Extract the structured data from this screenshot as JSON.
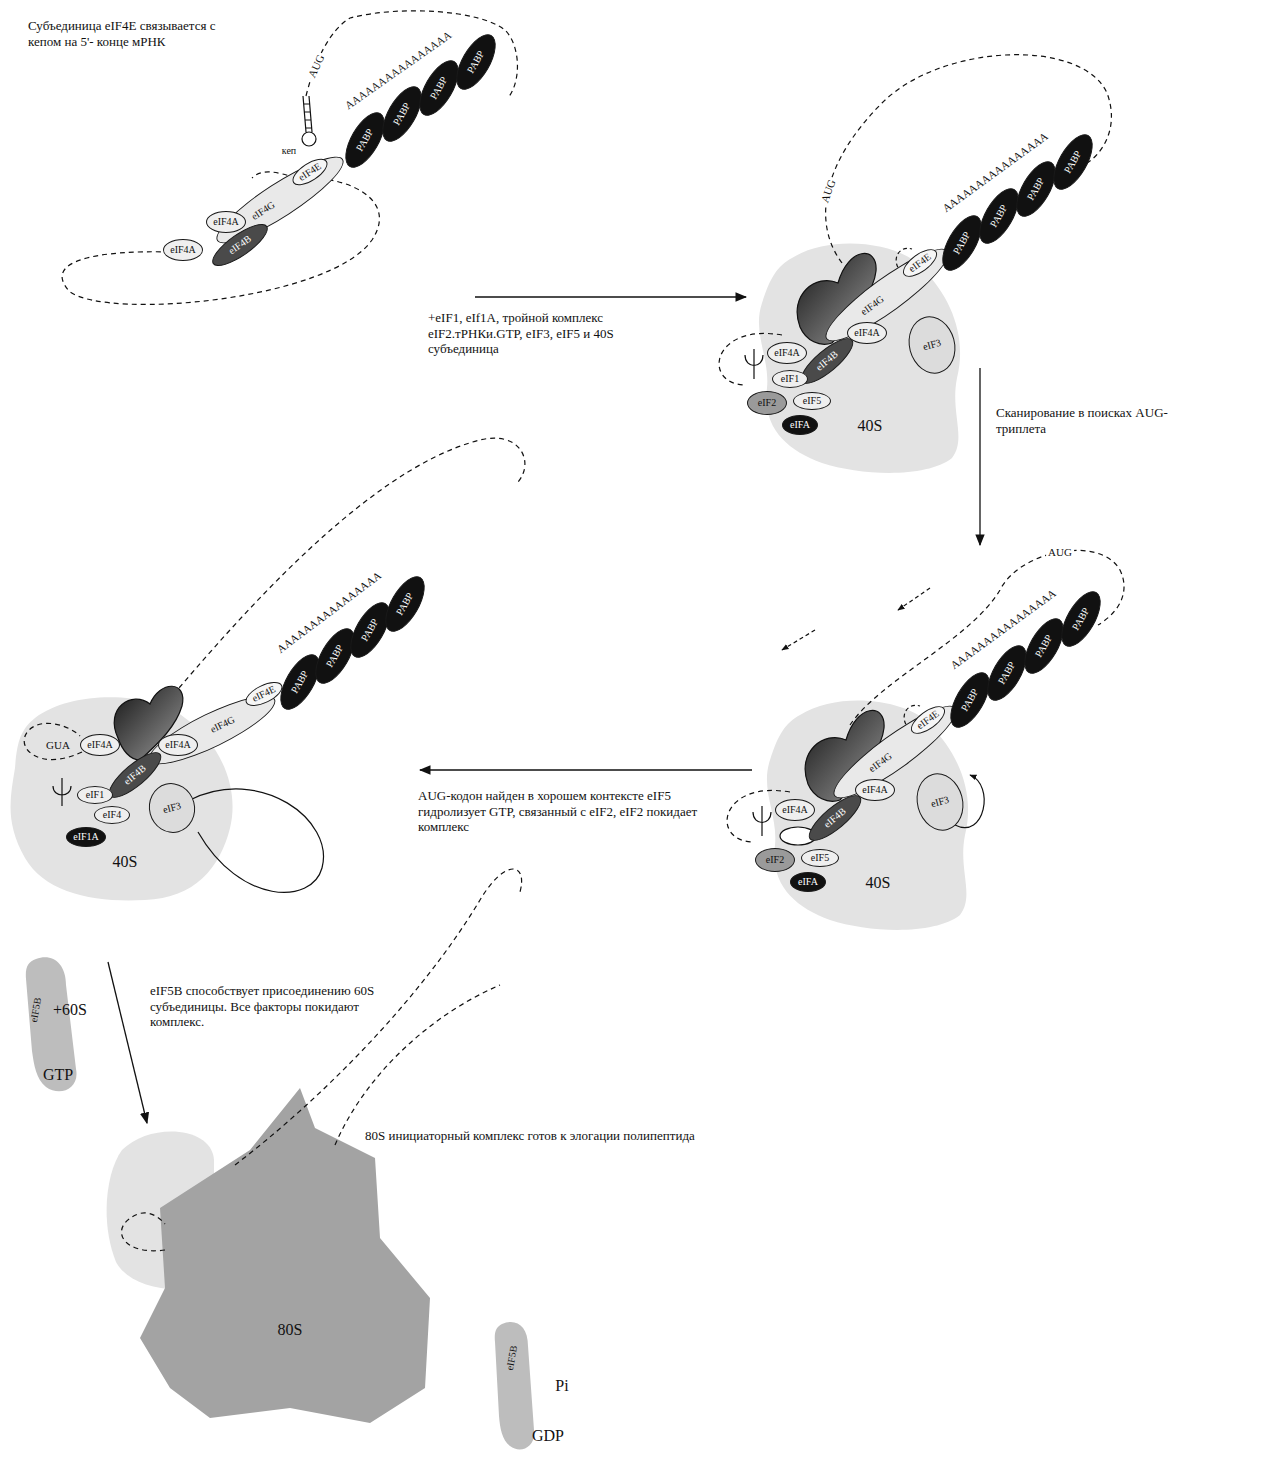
{
  "diagram": {
    "nodes": [
      {
        "text": [
          "eIF4G"
        ]
      },
      {
        "text": [
          "eIF4E"
        ]
      },
      {
        "text": [
          "eIF4A"
        ]
      },
      {
        "text": [
          "eIF4A"
        ]
      },
      {
        "text": [
          "eIF4B"
        ]
      },
      {
        "text": [
          "PABP"
        ]
      },
      {
        "text": [
          "PABP"
        ]
      },
      {
        "text": [
          "PABP"
        ]
      },
      {
        "text": [
          "PABP"
        ]
      },
      {
        "text": [
          "40S"
        ]
      },
      {
        "text": [
          "eIF4G"
        ]
      },
      {
        "text": [
          "eIF4E"
        ]
      },
      {
        "text": [
          "PABP"
        ]
      },
      {
        "text": [
          "PABP"
        ]
      },
      {
        "text": [
          "PABP"
        ]
      },
      {
        "text": [
          "PABP"
        ]
      },
      {
        "text": [
          "eIF4A"
        ]
      },
      {
        "text": [
          "eIF4B"
        ]
      },
      {
        "text": [
          "eIF3"
        ]
      },
      {
        "text": [
          "eIF4A"
        ]
      },
      {
        "text": [
          "eIF1"
        ]
      },
      {
        "text": [
          "eIF5"
        ]
      },
      {
        "text": [
          "eIF2"
        ]
      },
      {
        "text": [
          "eIFA"
        ]
      },
      {
        "text": [
          "40S"
        ]
      },
      {
        "text": [
          "eIF4G"
        ]
      },
      {
        "text": [
          "eIF4E"
        ]
      },
      {
        "text": [
          "PABP"
        ]
      },
      {
        "text": [
          "PABP"
        ]
      },
      {
        "text": [
          "PABP"
        ]
      },
      {
        "text": [
          "PABP"
        ]
      },
      {
        "text": [
          "eIF4A"
        ]
      },
      {
        "text": [
          "eIF4B"
        ]
      },
      {
        "text": [
          "eIF3"
        ]
      },
      {
        "text": [
          "eIF4A"
        ]
      },
      {
        "text": [
          "eIF5"
        ]
      },
      {
        "text": [
          "eIF2"
        ]
      },
      {
        "text": [
          "eIFA"
        ]
      },
      {
        "text": [
          "40S"
        ]
      },
      {
        "text": [
          "eIF4G"
        ]
      },
      {
        "text": [
          "eIF4E"
        ]
      },
      {
        "text": [
          "PABP"
        ]
      },
      {
        "text": [
          "PABP"
        ]
      },
      {
        "text": [
          "PABP"
        ]
      },
      {
        "text": [
          "PABP"
        ]
      },
      {
        "text": [
          "eIF4B"
        ]
      },
      {
        "text": [
          "eIF4A"
        ]
      },
      {
        "text": [
          "eIF3"
        ]
      },
      {
        "text": [
          "eIF4A"
        ]
      },
      {
        "text": [
          "eIF1"
        ]
      },
      {
        "text": [
          "eIF4"
        ]
      },
      {
        "text": [
          "eIF1A"
        ]
      },
      {
        "text": [
          "eIF5B",
          "GTP"
        ]
      },
      {
        "text": [
          "80S"
        ]
      },
      {
        "text": [
          "eIF5B",
          "GDP"
        ]
      }
    ],
    "labels": [
      "Субъединица eIF4E связывается с кепом на 5'- конце мРНК",
      "AUG",
      "кеп",
      "AAAAAAAAAAAAAAAA",
      "+eIF1, eIf1A, тройной комплекс eIF2.тРНКи.GTP, eIF3, eIF5 и 40S субъединица",
      "AUG",
      "AAAAAAAAAAAAAAAA",
      "Сканирование в поисках AUG-триплета",
      "AUG",
      "AAAAAAAAAAAAAAAA",
      "AUG-кодон найден в хорошем контексте eIF5 гидролизует GTP, связанный с eIF2, eIF2 покидает комплекс",
      "GUA",
      "AAAAAAAAAAAAAAAA",
      "+60S",
      "eIF5B способствует присоединению 60S субъединицы. Все факторы покидают комплекс.",
      "80S инициаторный комплекс готов к элогации полипептида",
      "Pi"
    ]
  }
}
